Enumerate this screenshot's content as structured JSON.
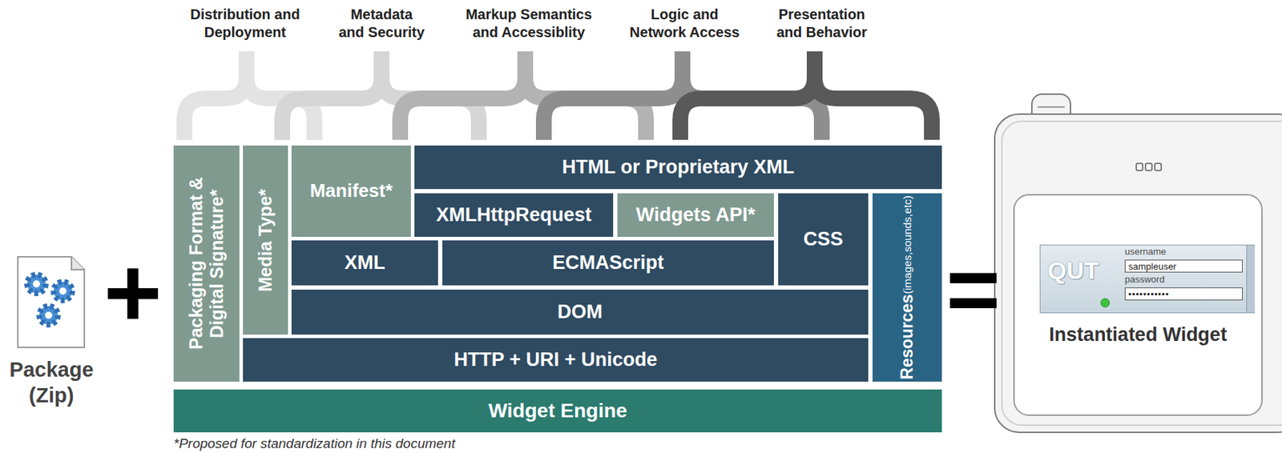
{
  "diagram": {
    "nodes": [
      {
        "text": [
          "Packaging Format & Digital Signature*"
        ]
      },
      {
        "text": [
          "Media Type*"
        ]
      },
      {
        "text": [
          "Manifest*"
        ]
      },
      {
        "text": [
          "HTML or Proprietary XML"
        ]
      },
      {
        "text": [
          "XMLHttpRequest"
        ]
      },
      {
        "text": [
          "Widgets API*"
        ]
      },
      {
        "text": [
          "CSS"
        ]
      },
      {
        "text": [
          "Resources",
          "(images,sounds,etc)"
        ]
      },
      {
        "text": [
          "XML"
        ]
      },
      {
        "text": [
          "ECMAScript"
        ]
      },
      {
        "text": [
          "DOM"
        ]
      },
      {
        "text": [
          "HTTP + URI + Unicode"
        ]
      },
      {
        "text": [
          "Widget Engine"
        ]
      },
      {
        "text": [
          "Instantiated Widget"
        ]
      },
      {
        "text": [
          "QUT",
          "username",
          "sampleuser",
          "password",
          "•••••••••••"
        ],
        "in": 13
      }
    ],
    "edges": [],
    "labels": [
      "Distribution and Deployment",
      "Metadata and Security",
      "Markup Semantics and Accessiblity",
      "Logic and Network Access",
      "Presentation and Behavior",
      "Package (Zip)",
      "+",
      "=",
      "*Proposed for standardization in this document"
    ]
  }
}
